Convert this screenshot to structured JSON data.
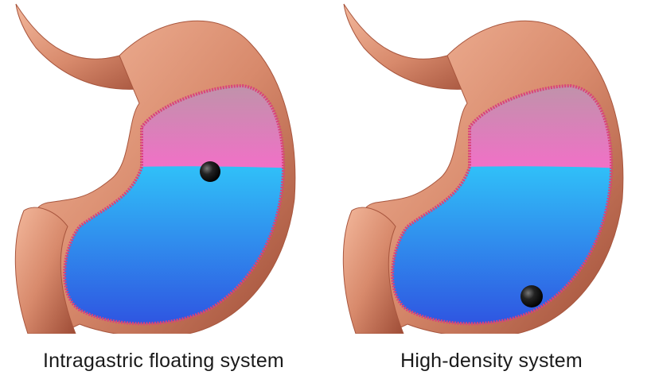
{
  "panels": [
    {
      "caption": "Intragastric floating system",
      "pellet_position": "floating at fluid surface"
    },
    {
      "caption": "High-density system",
      "pellet_position": "resting at stomach bottom"
    }
  ],
  "colors": {
    "tissue": "#d98b6e",
    "tissue_dark": "#a8563e",
    "gastric_fluid": "#2f80f0",
    "gas_layer": "#f27bc9",
    "lining": "#d8447a",
    "pellet": "#111111"
  }
}
